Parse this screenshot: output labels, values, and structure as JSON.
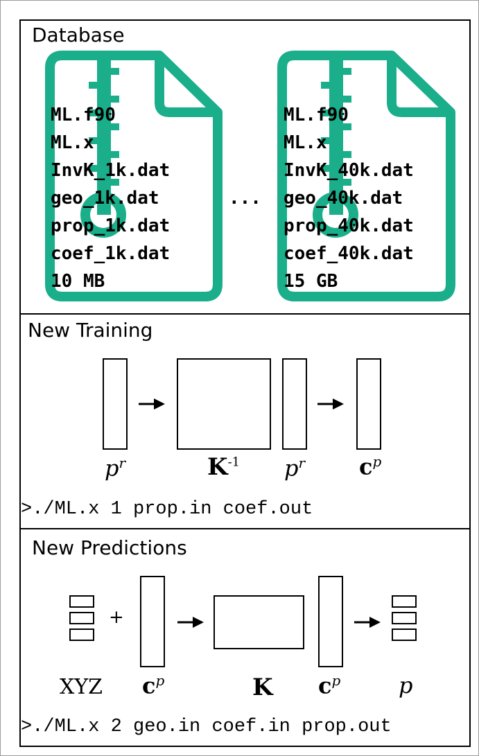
{
  "database": {
    "title": "Database",
    "ellipsis": "...",
    "left_file": {
      "lines": [
        "ML.f90",
        "ML.x",
        "InvK_1k.dat",
        "geo_1k.dat",
        "prop_1k.dat",
        "coef_1k.dat",
        "10 MB"
      ]
    },
    "right_file": {
      "lines": [
        "ML.f90",
        "ML.x",
        "InvK_40k.dat",
        "geo_40k.dat",
        "prop_40k.dat",
        "coef_40k.dat",
        "15 GB"
      ]
    },
    "icon_color": "#1aae8a"
  },
  "training": {
    "title": "New Training",
    "labels": {
      "pr1_base": "p",
      "pr1_sup": "r",
      "kinv_base": "K",
      "kinv_sup": "-1",
      "pr2_base": "p",
      "pr2_sup": "r",
      "cp_base": "c",
      "cp_sup": "p"
    },
    "command": ">./ML.x 1 prop.in coef.out"
  },
  "prediction": {
    "title": "New Predictions",
    "plus": "+",
    "labels": {
      "xyz": "XYZ",
      "cp1_base": "c",
      "cp1_sup": "p",
      "k": "K",
      "cp2_base": "c",
      "cp2_sup": "p",
      "p": "p"
    },
    "command": ">./ML.x 2 geo.in coef.in prop.out"
  }
}
